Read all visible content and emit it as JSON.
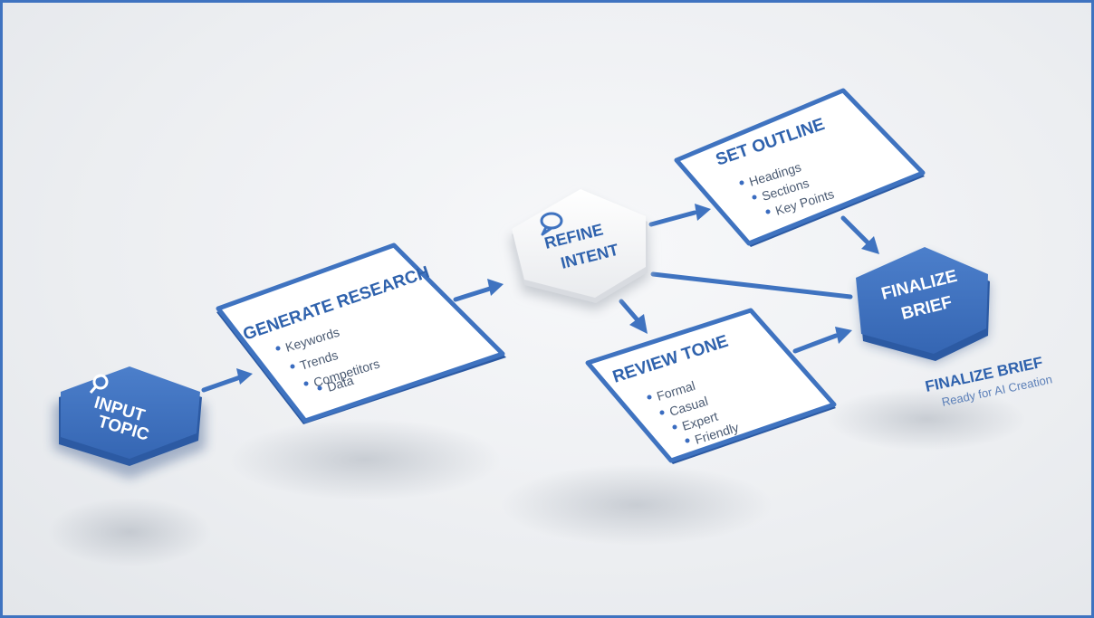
{
  "colors": {
    "accent": "#3f73c0",
    "accent_dark": "#2f62ad",
    "card_fill": "#ffffff",
    "hex_light_fill": "#f4f5f7"
  },
  "nodes": {
    "input_topic": {
      "lines": [
        "INPUT",
        "TOPIC"
      ],
      "icon": "search-icon"
    },
    "generate_research": {
      "title": "GENERATE RESEARCH",
      "items": [
        "Keywords",
        "Trends",
        "Competitors",
        "Data"
      ]
    },
    "refine_intent": {
      "lines": [
        "REFINE",
        "INTENT"
      ],
      "icon": "chat-bubble-icon"
    },
    "set_outline": {
      "title": "SET OUTLINE",
      "items": [
        "Headings",
        "Sections",
        "Key Points"
      ]
    },
    "review_tone": {
      "title": "REVIEW TONE",
      "items": [
        "Formal",
        "Casual",
        "Expert",
        "Friendly"
      ]
    },
    "finalize_brief": {
      "lines": [
        "FINALIZE",
        "BRIEF"
      ]
    }
  },
  "caption": {
    "title": "FINALIZE BRIEF",
    "subtitle": "Ready for AI Creation"
  }
}
